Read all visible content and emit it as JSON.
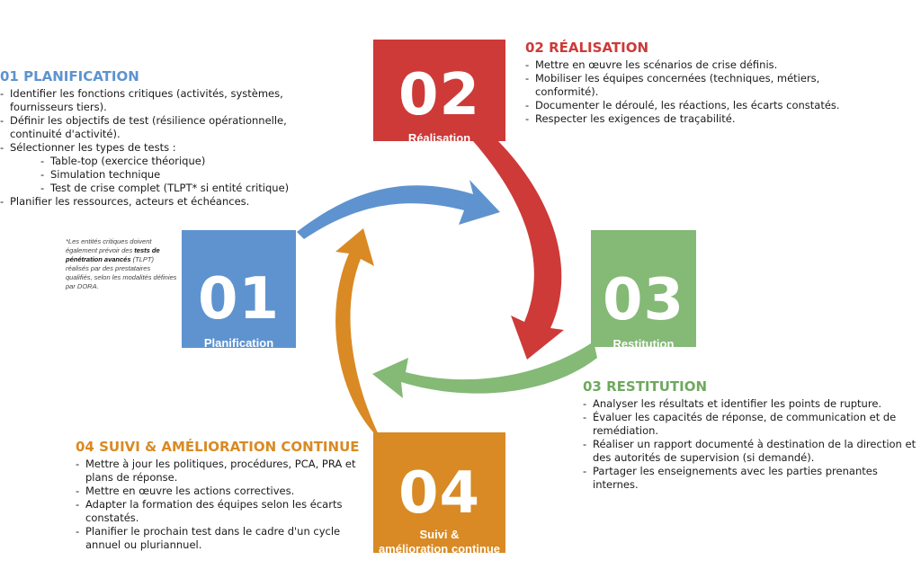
{
  "colors": {
    "planification": "#5f93cf",
    "realisation": "#cd3a38",
    "restitution": "#84b976",
    "suivi": "#d98a24"
  },
  "squares": {
    "s1": {
      "number": "01",
      "label": "Planification"
    },
    "s2": {
      "number": "02",
      "label": "Réalisation"
    },
    "s3": {
      "number": "03",
      "label": "Restitution"
    },
    "s4": {
      "number": "04",
      "label_line1": "Suivi &",
      "label_line2": "amélioration continue"
    }
  },
  "planification": {
    "title": "01 PLANIFICATION",
    "items": [
      "Identifier les fonctions critiques (activités, systèmes, fournisseurs tiers).",
      "Définir les objectifs de test (résilience opérationnelle, continuité d'activité).",
      "Sélectionner les types de tests :"
    ],
    "subitems": [
      "Table-top (exercice théorique)",
      "Simulation technique",
      "Test de crise complet (TLPT* si entité critique)"
    ],
    "last_item": "Planifier les ressources, acteurs et échéances."
  },
  "note": {
    "before": "*Les entités critiques doivent également prévoir des ",
    "bold": "tests de pénétration avancés",
    "after": " (TLPT) réalisés par des prestataires qualifiés, selon les modalités définies par DORA."
  },
  "realisation": {
    "title": "02 RÉALISATION",
    "items": [
      "Mettre en œuvre les scénarios de crise définis.",
      "Mobiliser les équipes concernées (techniques, métiers, conformité).",
      "Documenter le déroulé, les réactions, les écarts constatés.",
      "Respecter les exigences de traçabilité."
    ]
  },
  "restitution": {
    "title": "03 RESTITUTION",
    "items": [
      "Analyser les résultats et identifier les points de rupture.",
      "Évaluer les capacités de réponse, de communication et de remédiation.",
      "Réaliser un rapport documenté à destination de la direction et des autorités de supervision (si demandé).",
      "Partager les enseignements avec les parties prenantes internes."
    ]
  },
  "suivi": {
    "title": "04 SUIVI & AMÉLIORATION CONTINUE",
    "items": [
      "Mettre à jour les politiques, procédures, PCA, PRA et plans de réponse.",
      "Mettre en œuvre les actions correctives.",
      "Adapter la formation des équipes selon les écarts constatés.",
      "Planifier le prochain test dans le cadre d'un cycle annuel ou pluriannuel."
    ]
  }
}
